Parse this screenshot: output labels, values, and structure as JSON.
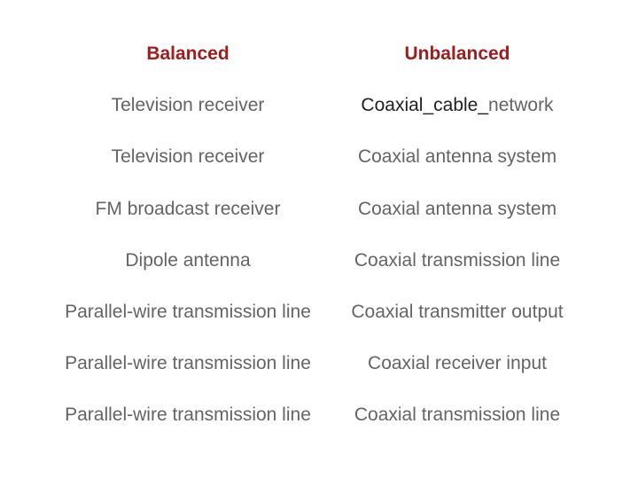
{
  "colors": {
    "background": "#ffffff",
    "header_text": "#a11c1c",
    "body_text": "#646464",
    "dark_text": "#1f1f1f"
  },
  "table": {
    "headers": [
      "Balanced",
      "Unbalanced"
    ],
    "rows": [
      {
        "balanced": "Television receiver",
        "unbalanced_dark": "Coaxial_cable_",
        "unbalanced_gray": "network"
      },
      {
        "balanced": "Television receiver",
        "unbalanced": "Coaxial antenna system"
      },
      {
        "balanced": "FM broadcast receiver",
        "unbalanced": "Coaxial antenna system"
      },
      {
        "balanced": "Dipole antenna",
        "unbalanced": "Coaxial transmission line"
      },
      {
        "balanced": "Parallel-wire transmission line",
        "unbalanced": "Coaxial transmitter output"
      },
      {
        "balanced": "Parallel-wire transmission line",
        "unbalanced": "Coaxial receiver input"
      },
      {
        "balanced": "Parallel-wire transmission line",
        "unbalanced": "Coaxial transmission line"
      }
    ]
  }
}
